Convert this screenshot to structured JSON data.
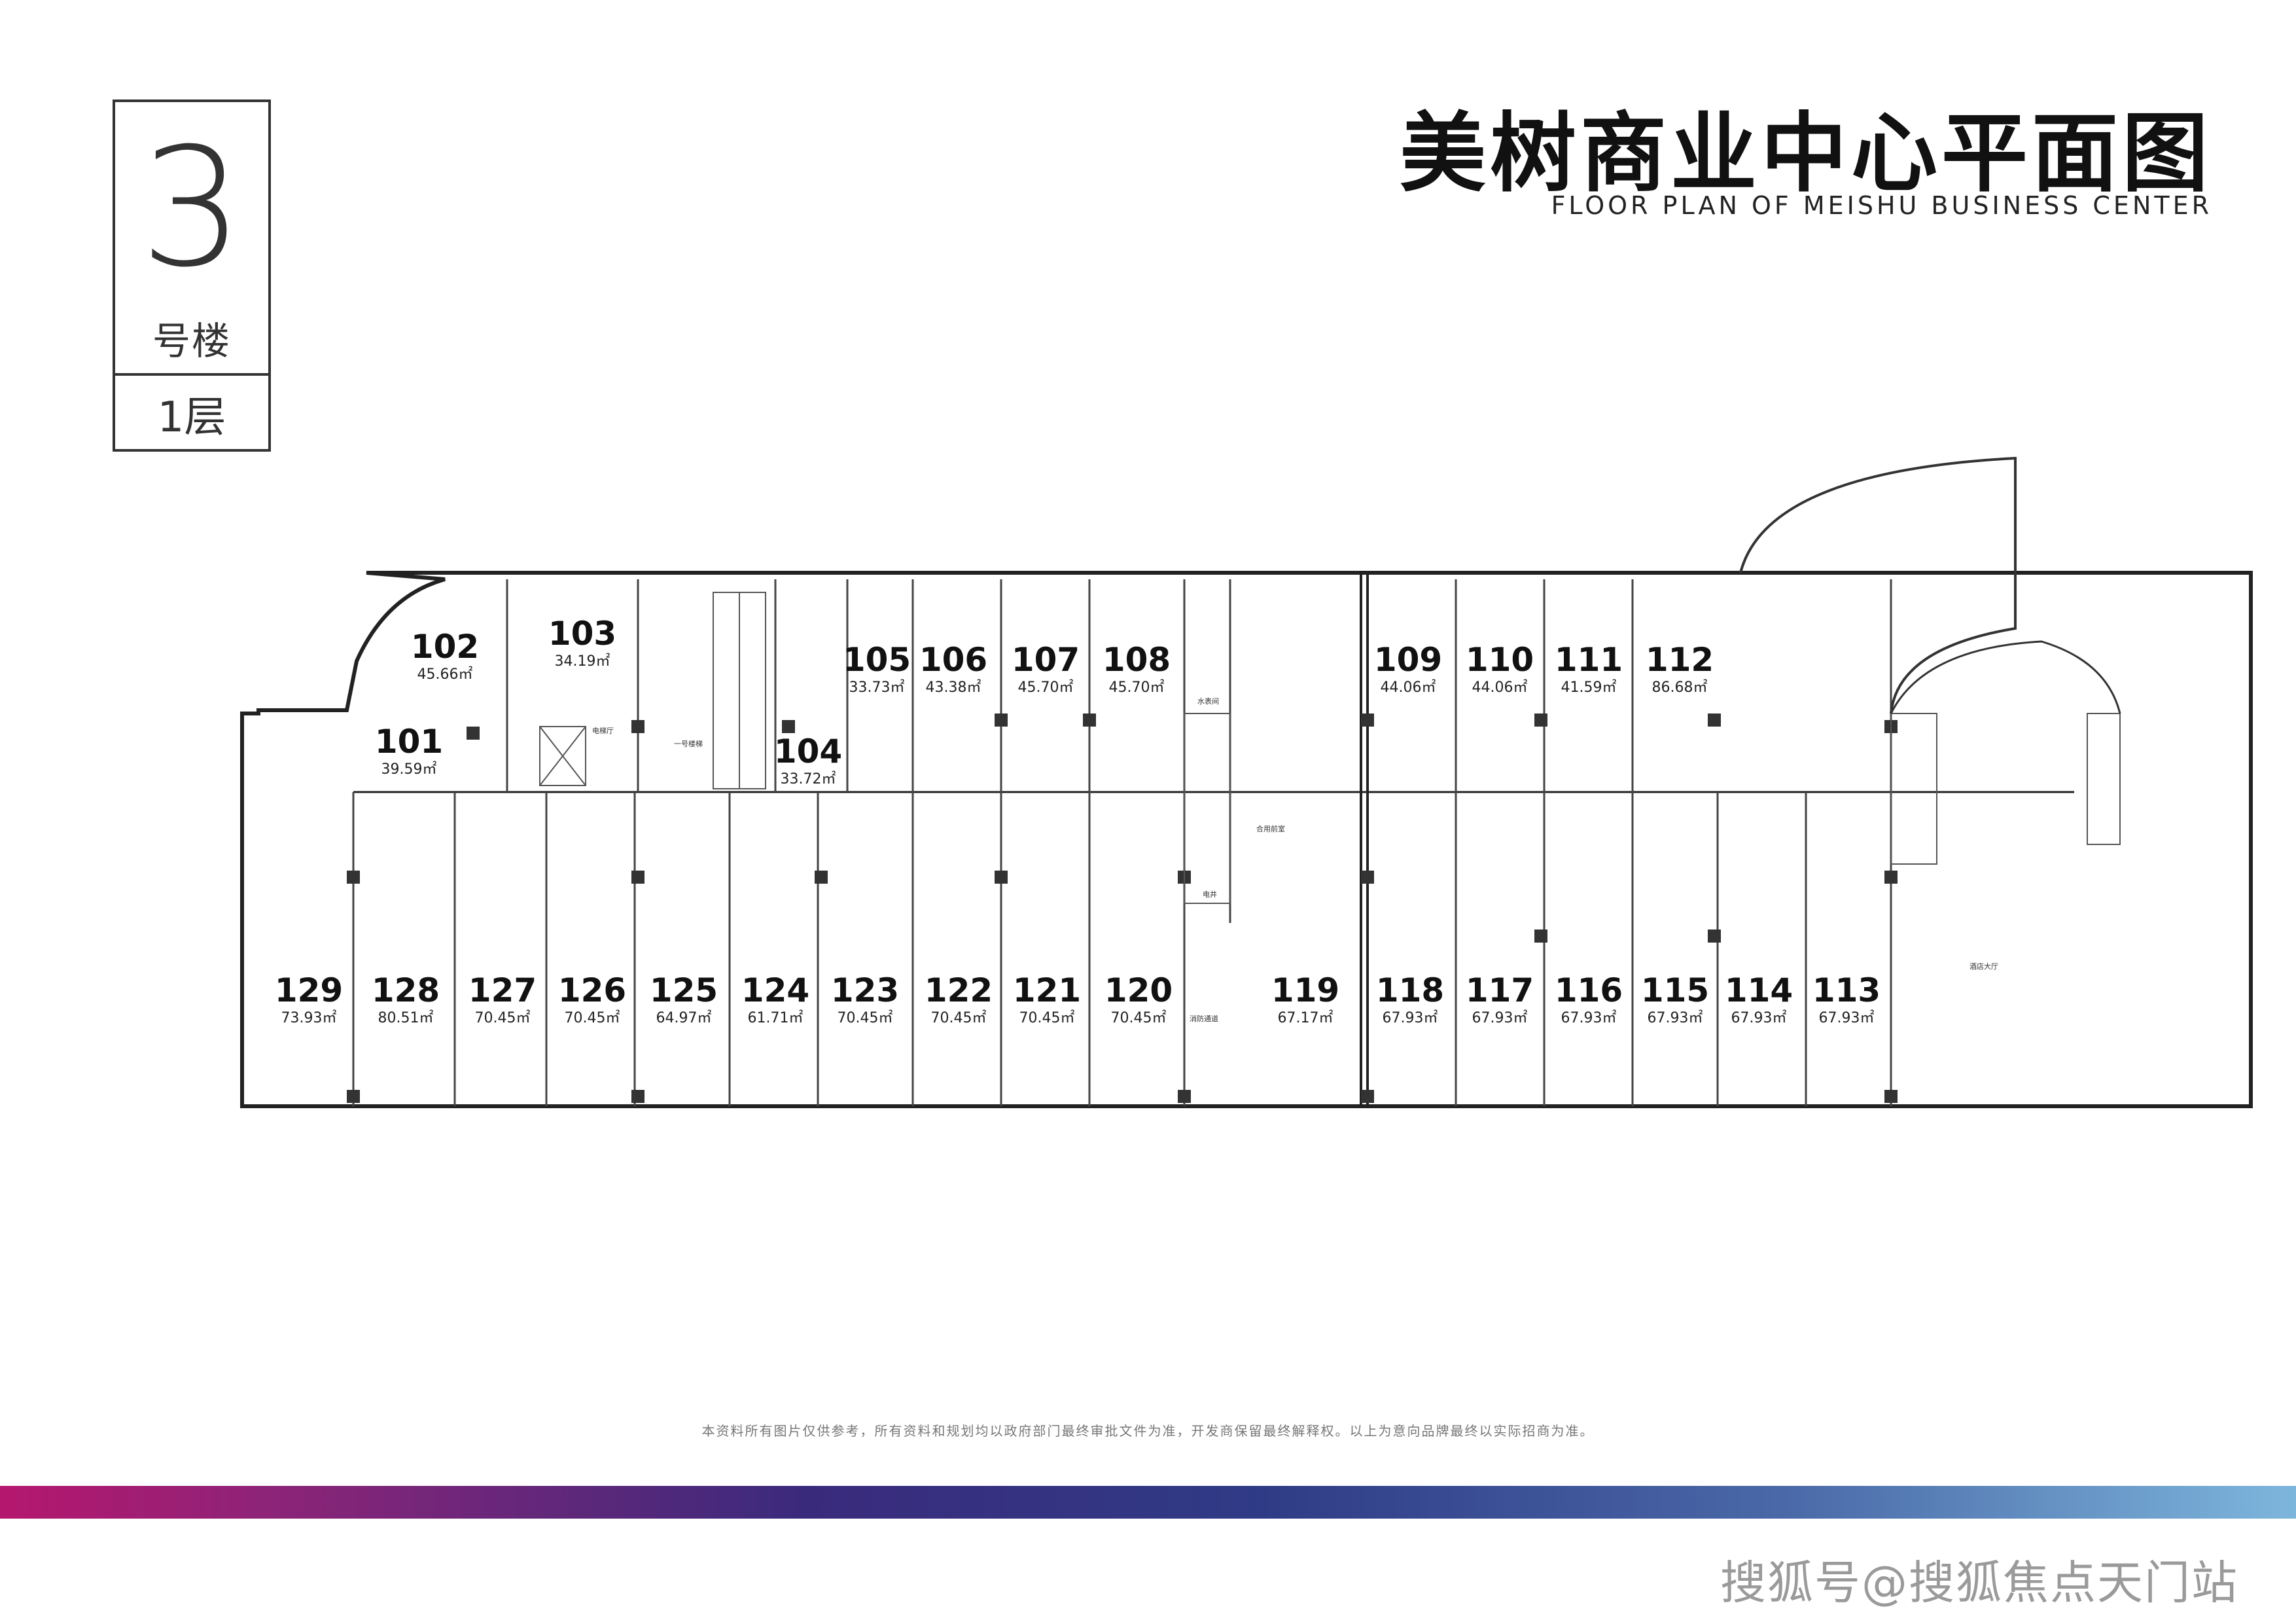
{
  "badge": {
    "building_number": "3",
    "building_unit": "号楼",
    "floor": "1层"
  },
  "title": {
    "cn": "美树商业中心平面图",
    "en": "FLOOR PLAN OF MEISHU BUSINESS CENTER"
  },
  "units_top": [
    {
      "no": "102",
      "area": "45.66㎡"
    },
    {
      "no": "103",
      "area": "34.19㎡"
    },
    {
      "no": "101",
      "area": "39.59㎡"
    },
    {
      "no": "104",
      "area": "33.72㎡"
    },
    {
      "no": "105",
      "area": "33.73㎡"
    },
    {
      "no": "106",
      "area": "43.38㎡"
    },
    {
      "no": "107",
      "area": "45.70㎡"
    },
    {
      "no": "108",
      "area": "45.70㎡"
    },
    {
      "no": "109",
      "area": "44.06㎡"
    },
    {
      "no": "110",
      "area": "44.06㎡"
    },
    {
      "no": "111",
      "area": "41.59㎡"
    },
    {
      "no": "112",
      "area": "86.68㎡"
    }
  ],
  "units_bottom": [
    {
      "no": "129",
      "area": "73.93㎡"
    },
    {
      "no": "128",
      "area": "80.51㎡"
    },
    {
      "no": "127",
      "area": "70.45㎡"
    },
    {
      "no": "126",
      "area": "70.45㎡"
    },
    {
      "no": "125",
      "area": "64.97㎡"
    },
    {
      "no": "124",
      "area": "61.71㎡"
    },
    {
      "no": "123",
      "area": "70.45㎡"
    },
    {
      "no": "122",
      "area": "70.45㎡"
    },
    {
      "no": "121",
      "area": "70.45㎡"
    },
    {
      "no": "120",
      "area": "70.45㎡"
    },
    {
      "no": "119",
      "area": "67.17㎡"
    },
    {
      "no": "118",
      "area": "67.93㎡"
    },
    {
      "no": "117",
      "area": "67.93㎡"
    },
    {
      "no": "116",
      "area": "67.93㎡"
    },
    {
      "no": "115",
      "area": "67.93㎡"
    },
    {
      "no": "114",
      "area": "67.93㎡"
    },
    {
      "no": "113",
      "area": "67.93㎡"
    }
  ],
  "rooms": {
    "elevator_hall": "电梯厅",
    "stair": "一号楼梯",
    "water_room": "水表间",
    "shared_room": "合用前室",
    "fire_aisle": "消防通道",
    "elec_room": "电井",
    "lobby": "酒店大厅"
  },
  "disclaimer": "本资料所有图片仅供参考，所有资料和规划均以政府部门最终审批文件为准，开发商保留最终解释权。以上为意向品牌最终以实际招商为准。",
  "watermark": "搜狐号@搜狐焦点天门站",
  "colors": {
    "band_start": "#b5176e",
    "band_mid": "#2f3b86",
    "band_end": "#7db6dc"
  }
}
